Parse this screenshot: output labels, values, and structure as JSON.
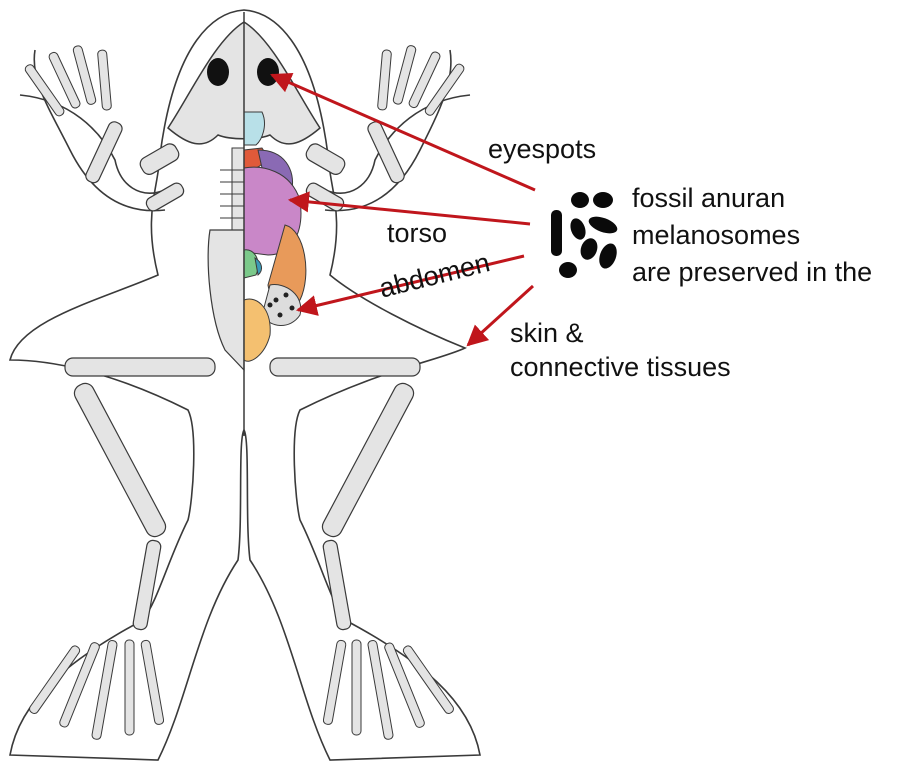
{
  "labels": {
    "eyespots": "eyespots",
    "torso": "torso",
    "abdomen": "abdomen",
    "skin": "skin &",
    "connective": "connective tissues"
  },
  "heading": {
    "line1": "fossil anuran",
    "line2": "melanosomes",
    "line3": "are preserved in the"
  },
  "colors": {
    "arrow": "#c0161c",
    "outline": "#3a3a3a",
    "bone": "#e4e4e4",
    "heart": "#e05a3a",
    "lung": "#c987c8",
    "liver": "#a65aa6",
    "gut": "#e89a5a",
    "kidney": "#f4c070",
    "throat": "#b8e0e8"
  }
}
